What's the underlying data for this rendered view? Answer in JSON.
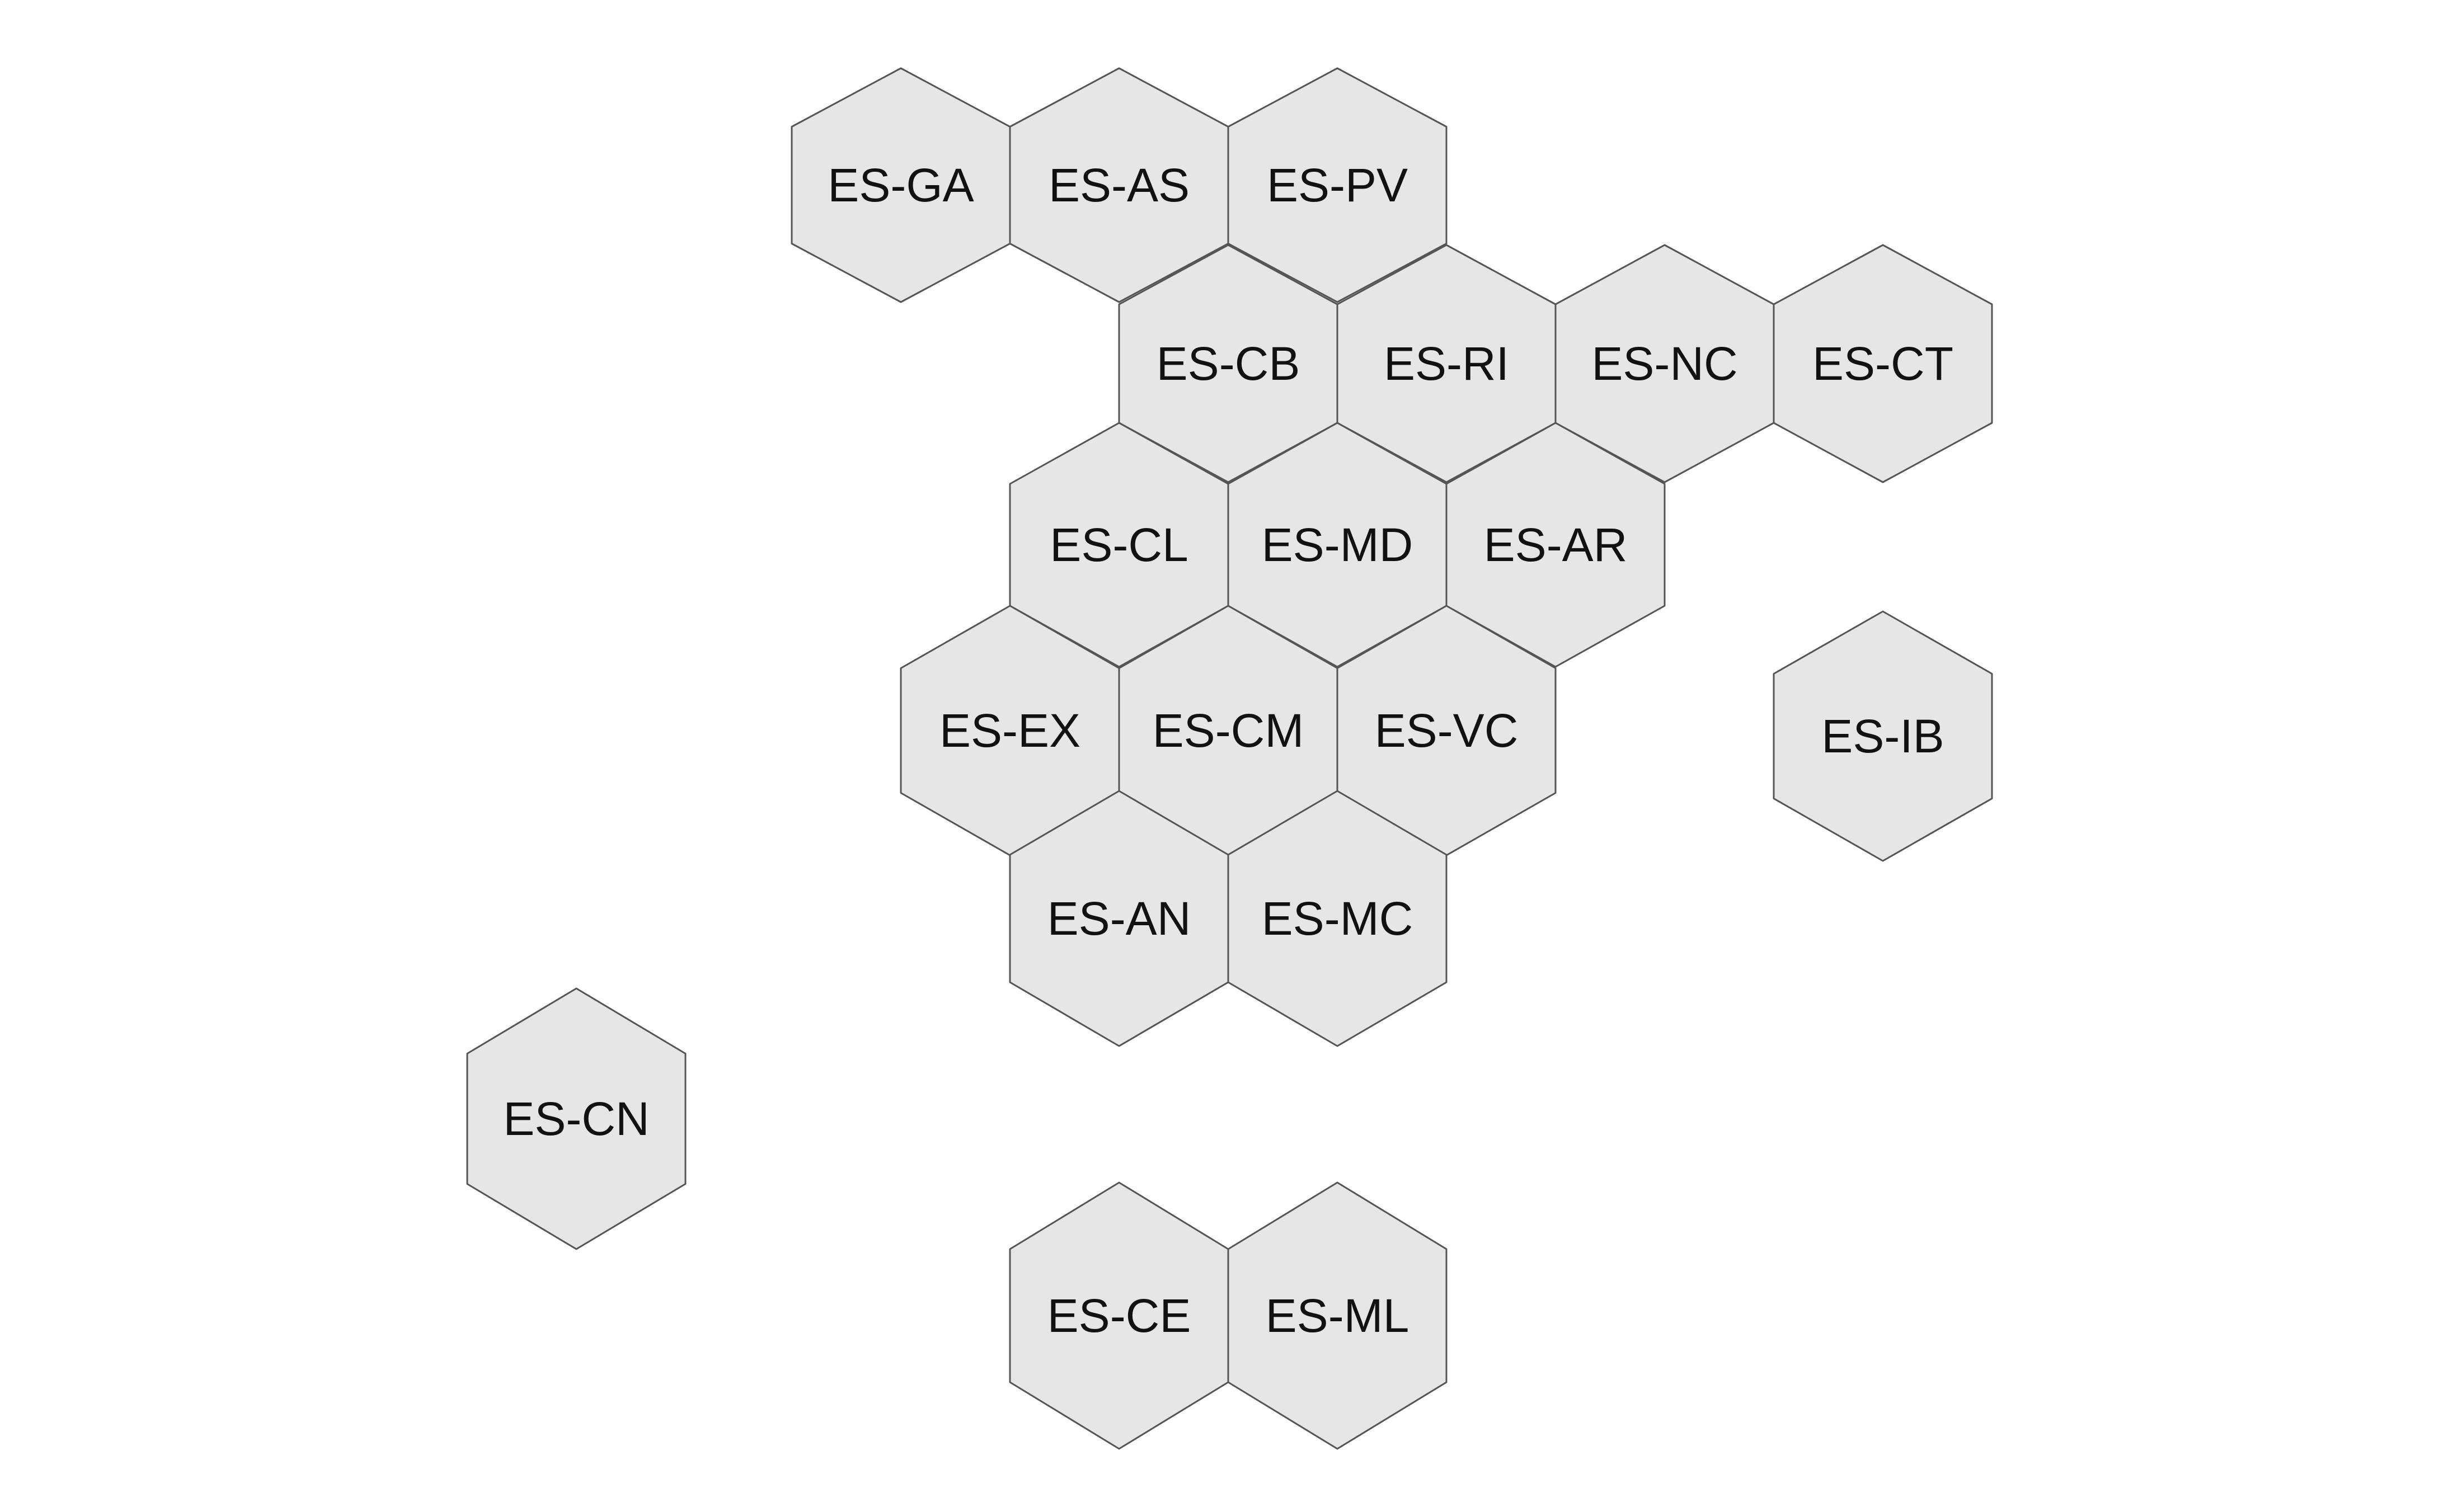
{
  "colors": {
    "background": "#ffffff",
    "hex_fill": "#e6e6e6",
    "hex_stroke": "#555555",
    "label": "#111111"
  },
  "regions": [
    {
      "code": "ES-GA"
    },
    {
      "code": "ES-AS"
    },
    {
      "code": "ES-PV"
    },
    {
      "code": "ES-CB"
    },
    {
      "code": "ES-RI"
    },
    {
      "code": "ES-NC"
    },
    {
      "code": "ES-CT"
    },
    {
      "code": "ES-CL"
    },
    {
      "code": "ES-MD"
    },
    {
      "code": "ES-AR"
    },
    {
      "code": "ES-EX"
    },
    {
      "code": "ES-CM"
    },
    {
      "code": "ES-VC"
    },
    {
      "code": "ES-IB"
    },
    {
      "code": "ES-AN"
    },
    {
      "code": "ES-MC"
    },
    {
      "code": "ES-CN"
    },
    {
      "code": "ES-CE"
    },
    {
      "code": "ES-ML"
    }
  ]
}
